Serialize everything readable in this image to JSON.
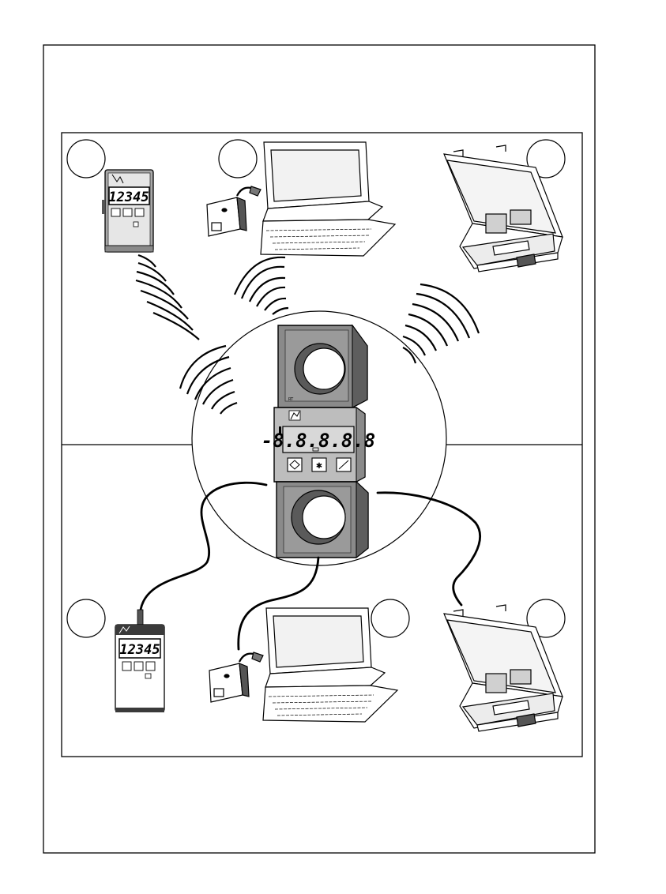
{
  "handheld_top": {
    "display": "12345"
  },
  "crane_scale": {
    "display": "-8.8.8.8.8"
  },
  "handheld_bottom": {
    "display": "12345"
  }
}
